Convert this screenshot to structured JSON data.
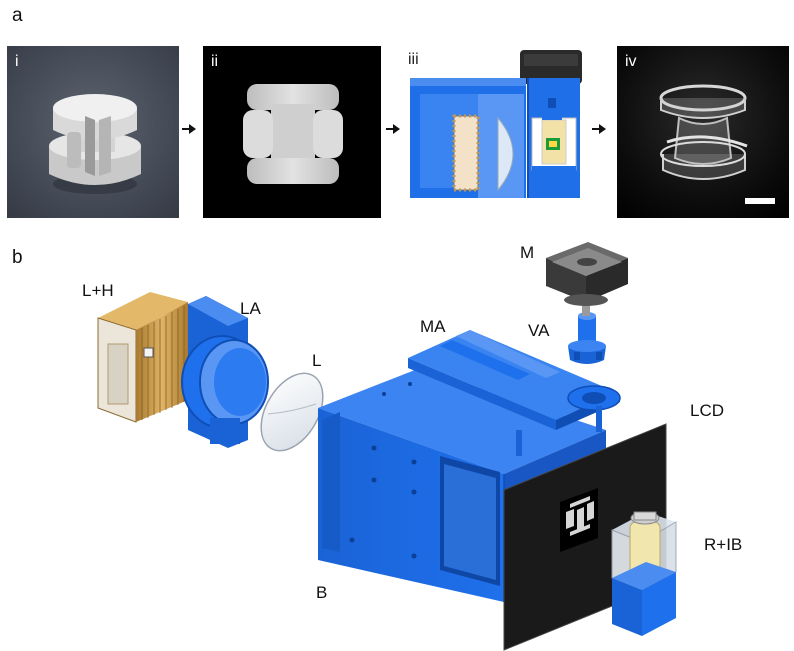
{
  "figure": {
    "panel_a": "a",
    "panel_b": "b"
  },
  "steps": {
    "i": "i",
    "ii": "ii",
    "iii": "iii",
    "iv": "iv"
  },
  "parts": {
    "lh": "L+H",
    "la": "LA",
    "l": "L",
    "ma": "MA",
    "va": "VA",
    "m": "M",
    "lcd": "LCD",
    "rib": "R+IB",
    "b": "B"
  },
  "colors": {
    "part_blue": "#1f6fe8",
    "part_blue_dark": "#0f4fb5",
    "heatsink_gold": "#c89a4a",
    "panel_bg_i": "#4a505c",
    "black": "#000000"
  }
}
